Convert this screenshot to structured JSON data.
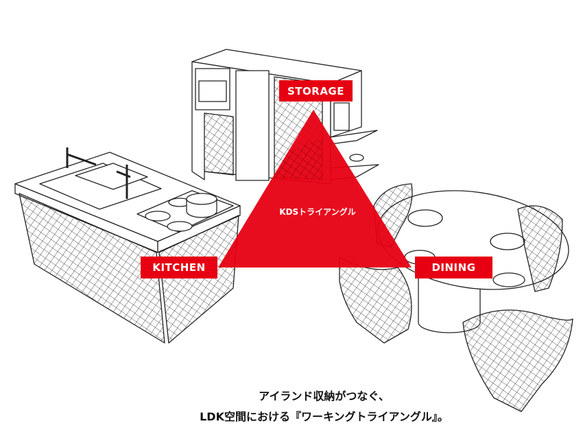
{
  "labels": {
    "storage": "STORAGE",
    "kitchen": "KITCHEN",
    "dining": "DINING",
    "center": "KDSトライアングル"
  },
  "caption": {
    "line1": "アイランド収納がつなぐ、",
    "line2": "LDK空間における『ワーキングトライアングル』。"
  },
  "colors": {
    "accent": "#e60012",
    "line": "#222222"
  }
}
